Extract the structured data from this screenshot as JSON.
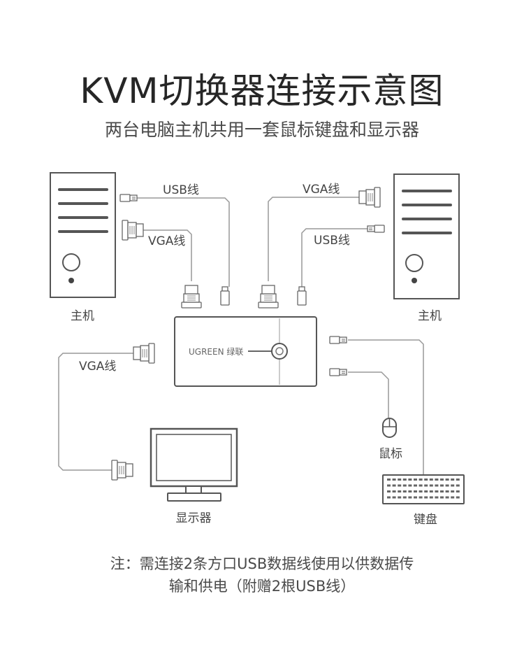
{
  "title": "KVM切换器连接示意图",
  "subtitle": "两台电脑主机共用一套鼠标键盘和显示器",
  "labels": {
    "host_left": "主机",
    "host_right": "主机",
    "usb_left": "USB线",
    "vga_left": "VGA线",
    "vga_right": "VGA线",
    "usb_right": "USB线",
    "vga_monitor": "VGA线",
    "monitor": "显示器",
    "mouse": "鼠标",
    "keyboard": "键盘",
    "brand": "UGREEN 绿联"
  },
  "note": {
    "line1": "注：需连接2条方口USB数据线使用以供数据传",
    "line2": "输和供电（附赠2根USB线）"
  }
}
